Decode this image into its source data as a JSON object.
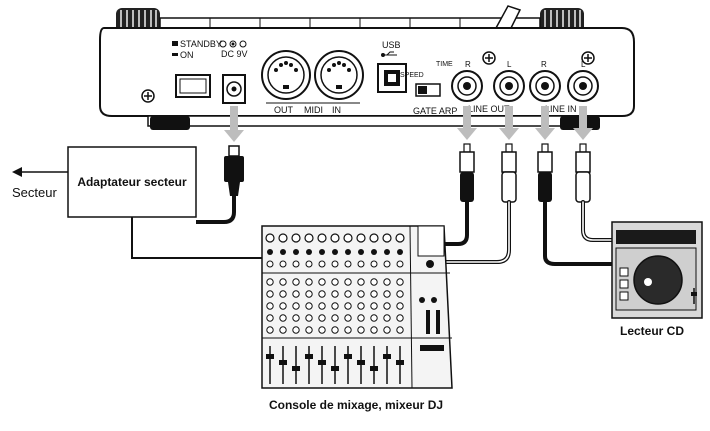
{
  "device": {
    "standby_label": "STANDBY",
    "on_label": "ON",
    "dc_label": "DC 9V",
    "midi_label": "MIDI",
    "midi_out_label": "OUT",
    "midi_in_label": "IN",
    "usb_label": "USB",
    "speed_label": "SPEED",
    "time_label": "TIME",
    "gate_arp_label": "GATE ARP",
    "line_out_label": "LINE OUT",
    "line_in_label": "LINE IN",
    "r_label": "R",
    "l_label": "L"
  },
  "labels": {
    "secteur": "Secteur",
    "adapter": "Adaptateur secteur",
    "cd_player": "Lecteur CD",
    "mixer": "Console de mixage, mixeur DJ"
  },
  "colors": {
    "line": "#111111",
    "device_fill": "#ffffff",
    "arrow_gray": "#bdbdbd",
    "mixer_fill": "#f2f2f2",
    "cd_fill": "#d9d9d9",
    "cd_panel": "#1a1a1a"
  }
}
